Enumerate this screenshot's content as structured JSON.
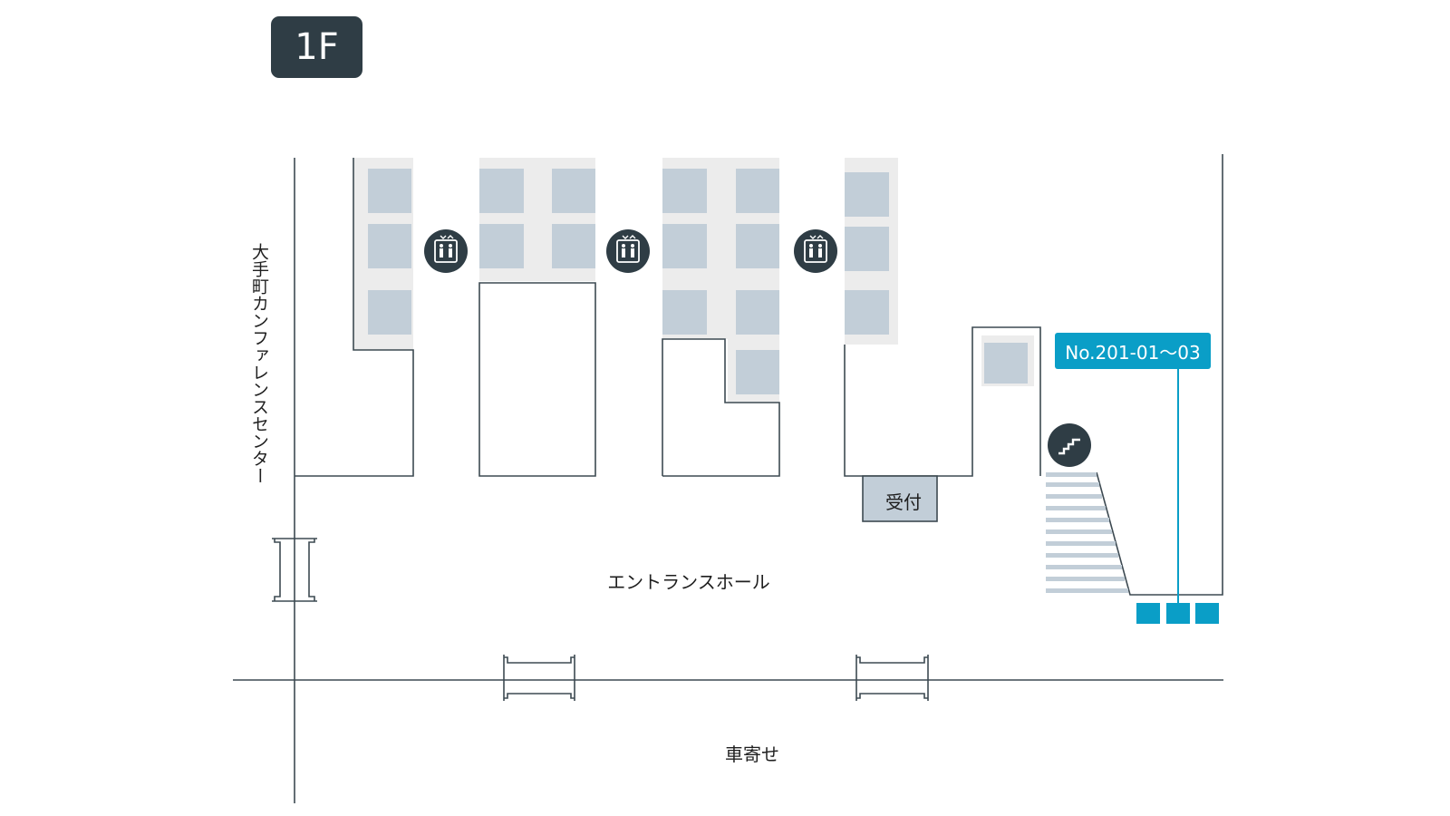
{
  "floor": {
    "label": "1F"
  },
  "labels": {
    "west_building": "大手町カンファレンスセンター",
    "entrance_hall": "エントランスホール",
    "car_approach": "車寄せ",
    "reception": "受付"
  },
  "locker_tag": {
    "label": "No.201-01〜03"
  },
  "icons": {
    "elevator": "elevator-icon",
    "stairs": "stairs-icon",
    "door": "door-icon"
  },
  "colors": {
    "badge": "#2f3d45",
    "line": "#3d4a52",
    "room_fill": "#c2ced8",
    "corridor_fill": "#ececec",
    "accent": "#0a9ec7"
  }
}
